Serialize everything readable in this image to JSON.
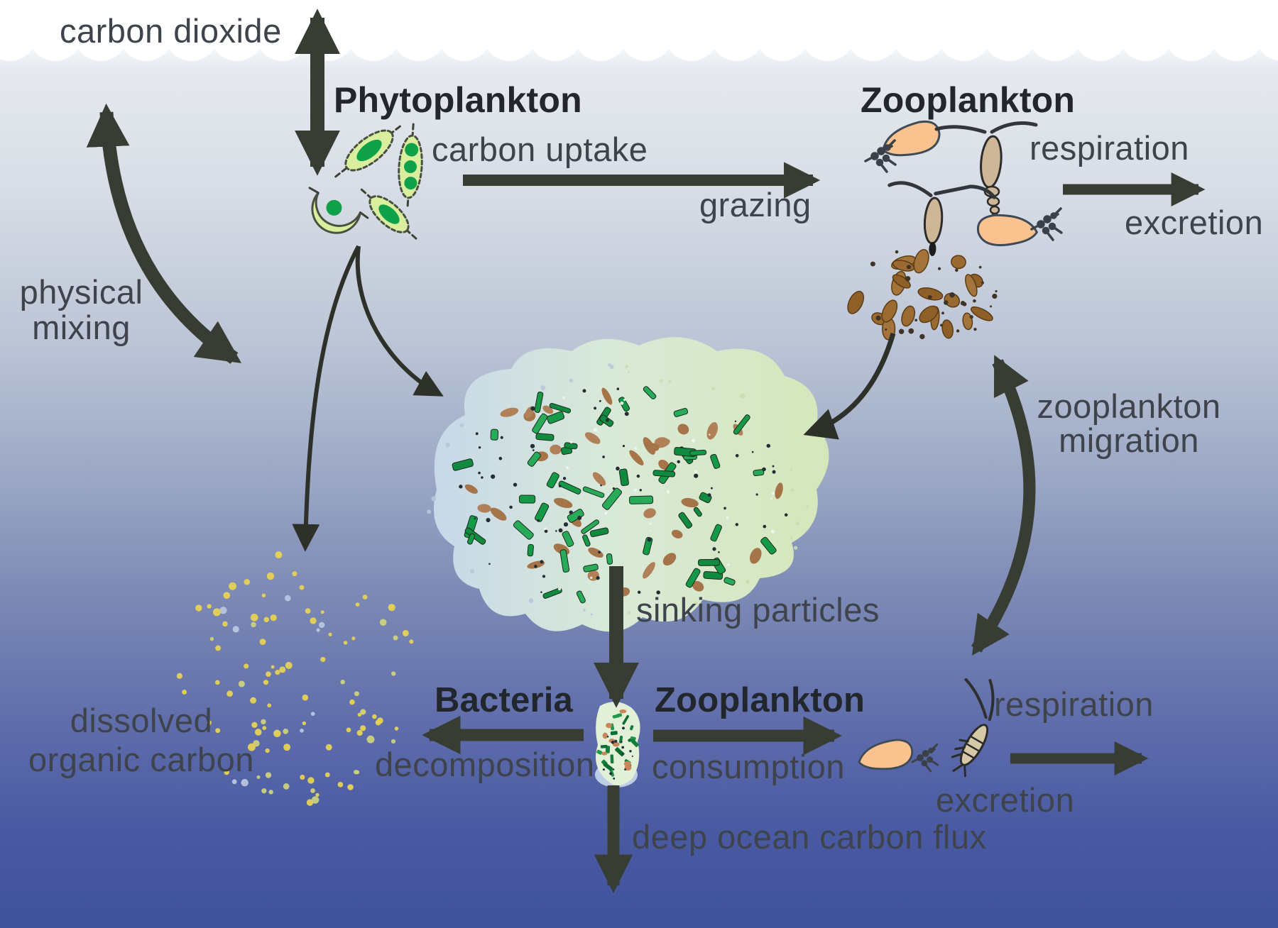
{
  "figure": {
    "type": "process diagram",
    "subject": "ocean biological carbon pump / marine carbon cycle"
  },
  "labels": {
    "carbon_dioxide": "carbon dioxide",
    "phytoplankton_title": "Phytoplankton",
    "carbon_uptake": "carbon uptake",
    "grazing": "grazing",
    "zooplankton_title": "Zooplankton",
    "respiration_top": "respiration",
    "excretion_top": "excretion",
    "physical_mixing": {
      "line1": "physical",
      "line2": "mixing"
    },
    "zooplankton_migration": {
      "line1": "zooplankton",
      "line2": "migration"
    },
    "sinking_particles": "sinking particles",
    "dissolved_organic_carbon": {
      "line1": "dissolved",
      "line2": "organic carbon"
    },
    "bacteria_title": "Bacteria",
    "zooplankton_deep_title": "Zooplankton",
    "decomposition": "decomposition",
    "consumption": "consumption",
    "respiration_bottom": "respiration",
    "excretion_bottom": "excretion",
    "deep_ocean_carbon_flux": "deep ocean carbon flux"
  },
  "colors": {
    "sky_white": "#ffffff",
    "water_top": "#e6eaef",
    "water_bottom": "#3f519b",
    "arrow_thick": "#383d33",
    "arrow_thin": "#2d3129",
    "label_text": "#3e434c",
    "title_text": "#22262d",
    "phytoplankton_green": "#0fa04a",
    "phytoplankton_body": "#d9ef9e",
    "zooplankton_peach": "#f9c28e",
    "copepod_tan": "#cdb796",
    "fecal_pellet_brown": "#9a6a30",
    "doc_dot_yellow": "#e6d254",
    "aggregate_blue": "#c7d8e9",
    "aggregate_green": "#d5e7ba"
  },
  "illustrations": {
    "sea_surface": "wavy white sea-surface band",
    "phytoplankton_cells": "green algal cells with spines",
    "zooplankton_surface": "copepods and pteropods near surface",
    "fecal_pellets": "cloud of brown fecal pellets",
    "marine_snow_aggregate": "large particle aggregate of cells and pellets",
    "dissolved_organic_carbon_cloud": "scatter of yellow dissolved-organic-carbon dots",
    "deep_aggregate": "small sinking aggregate at depth",
    "deep_zooplankton": "deep-water zooplankton (pteropod and krill)"
  }
}
